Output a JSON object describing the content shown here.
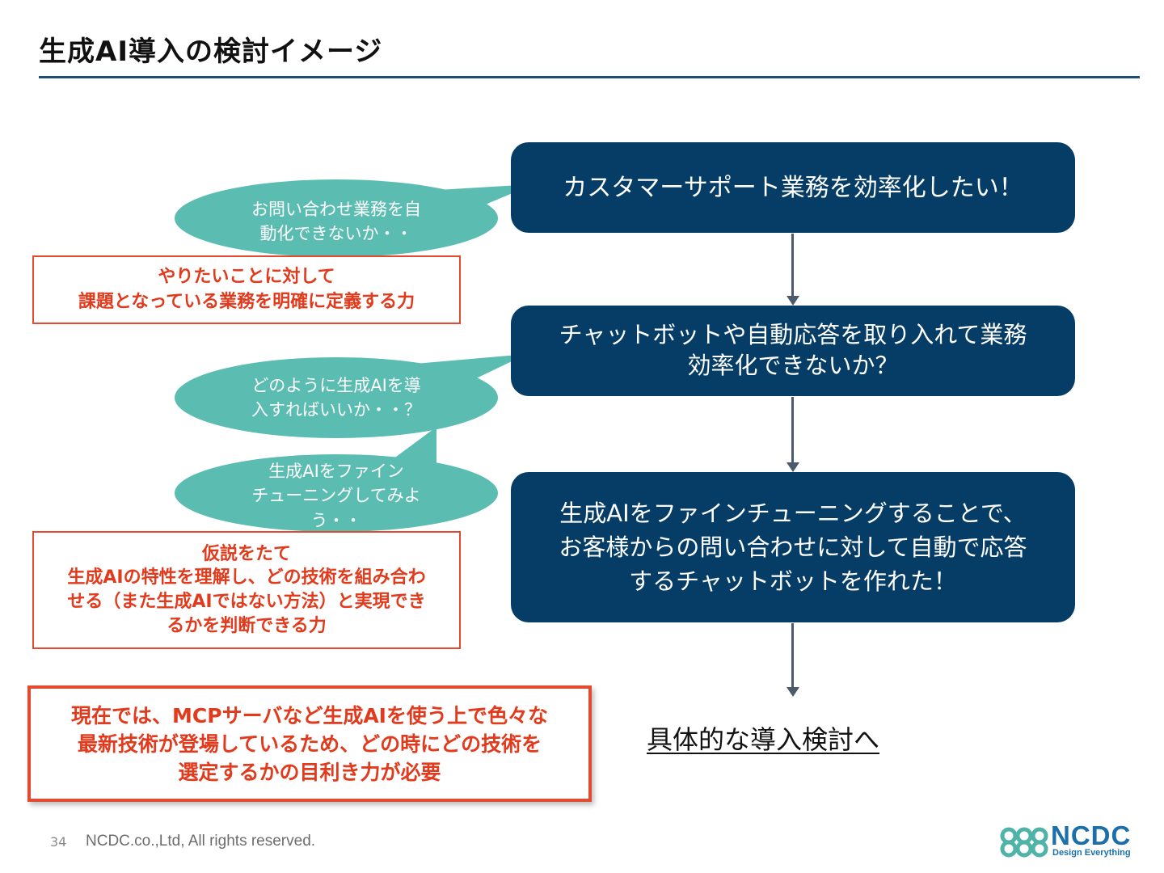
{
  "title": "生成AI導入の検討イメージ",
  "flow": {
    "step1": "カスタマーサポート業務を効率化したい！",
    "step2": "チャットボットや自動応答を取り入れて業務\n効率化できないか？",
    "step3": "生成AIをファインチューニングすることで、\nお客様からの問い合わせに対して自動で応答\nするチャットボットを作れた！",
    "next": "具体的な導入検討へ"
  },
  "bubbles": [
    "お問い合わせ業務を自\n動化できないか・・",
    "どのように生成AIを導\n入すればいいか・・？",
    "生成AIをファイン\nチューニングしてみよ\nう・・"
  ],
  "skills": {
    "skill1": "やりたいことに対して\n課題となっている業務を明確に定義する力",
    "skill2": "仮説をたて\n生成AIの特性を理解し、どの技術を組み合わ\nせる（また生成AIではない方法）と実現でき\nるかを判断できる力",
    "skill3": "現在では、MCPサーバなど生成AIを使う上で色々な\n最新技術が登場しているため、どの時にどの技術を\n選定するかの目利き力が必要"
  },
  "footer": {
    "page_number": "34",
    "copyright": "NCDC.co.,Ltd, All rights reserved."
  },
  "logo": {
    "name": "NCDC",
    "tagline": "Design Everything",
    "icon": "ncdc-knot-logo-icon"
  },
  "colors": {
    "flow_box": "#063d66",
    "bubble": "#5bbdb1",
    "accent_red": "#e24b30",
    "title_rule": "#1d4e74",
    "logo_blue": "#1c6fa8"
  }
}
